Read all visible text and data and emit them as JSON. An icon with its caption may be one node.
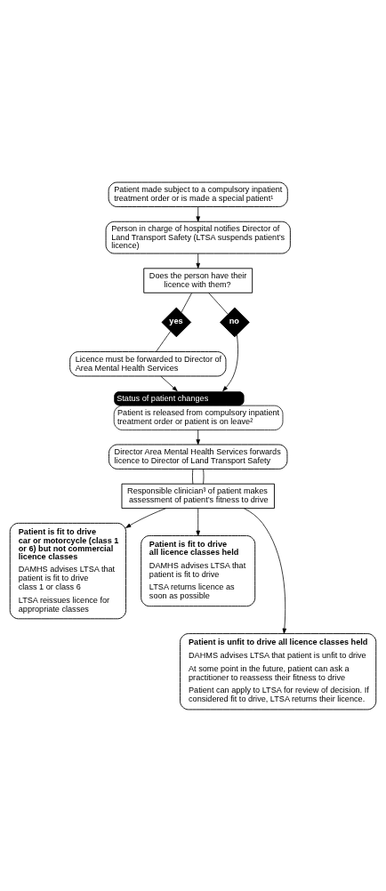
{
  "diagram": {
    "nodes": [
      {
        "text": [
          "Patient made subject to a compulsory inpatient treatment order or is made a special patient¹"
        ]
      },
      {
        "text": [
          "Person in charge of hospital notifies Director of Land Transport Safety (LTSA suspends patient’s licence)"
        ]
      },
      {
        "text": [
          "Does the person have their licence with them?"
        ]
      },
      {
        "text": [
          "yes"
        ]
      },
      {
        "text": [
          "no"
        ]
      },
      {
        "text": [
          "Licence must be forwarded to Director of Area Mental Health Services"
        ]
      },
      {
        "text": [
          "Status of patient changes",
          "Patient is released from compulsory inpatient treatment order or patient is on leave²"
        ]
      },
      {
        "text": [
          "Director Area Mental Health Services forwards licence to Director of Land Transport Safety"
        ]
      },
      {
        "text": [
          "Responsible clinician³ of patient makes assessment of patient’s fitness to drive"
        ]
      },
      {
        "text": [
          "Patient is fit to drive car or motorcycle (class 1 or 6) but not commercial licence classes",
          "DAMHS advises LTSA that patient is fit to drive class 1 or class 6",
          "LTSA reissues licence for appropriate classes"
        ]
      },
      {
        "text": [
          "Patient is fit to drive all licence classes held",
          "DAMHS advises LTSA that patient is fit to drive",
          "LTSA returns licence as soon as possible"
        ]
      },
      {
        "text": [
          "Patient is unfit to drive all licence classes held",
          "DAHMS advises LTSA that patient is unfit to drive",
          "At some point in the future, patient can ask a practitioner to reassess their fitness to drive",
          "Patient can apply to LTSA for review of decision. If considered fit to drive, LTSA returns their licence."
        ]
      }
    ],
    "edges": [
      {
        "from": 0,
        "to": 1,
        "arrow": "to"
      },
      {
        "from": 1,
        "to": 2,
        "arrow": "to"
      },
      {
        "from": 2,
        "to": 3,
        "arrow": "none"
      },
      {
        "from": 2,
        "to": 4,
        "arrow": "none"
      },
      {
        "from": 3,
        "to": 5,
        "arrow": "none"
      },
      {
        "from": 5,
        "to": 6,
        "arrow": "to"
      },
      {
        "from": 4,
        "to": 6,
        "arrow": "to"
      },
      {
        "from": 6,
        "to": 7,
        "arrow": "to"
      },
      {
        "from": 7,
        "to": 8,
        "arrow": "none"
      },
      {
        "from": 7,
        "to": 8,
        "arrow": "none"
      },
      {
        "from": 8,
        "to": 9,
        "arrow": "to"
      },
      {
        "from": 8,
        "to": 11,
        "arrow": "to"
      },
      {
        "from": 8,
        "to": 10,
        "arrow": "to"
      }
    ]
  }
}
